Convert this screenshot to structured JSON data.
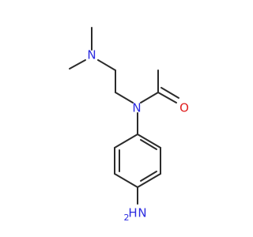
{
  "molecule": {
    "atoms": {
      "n_dimethyl": "N",
      "n_amide": "N",
      "o_carbonyl": "O",
      "n_amine_h": "H",
      "n_amine_n": "N",
      "n_amine_sub": "2"
    },
    "colors": {
      "bond": "#2b2b2b",
      "nitrogen": "#2a2ae0",
      "oxygen": "#e02020",
      "carbon": "#2b2b2b"
    }
  }
}
